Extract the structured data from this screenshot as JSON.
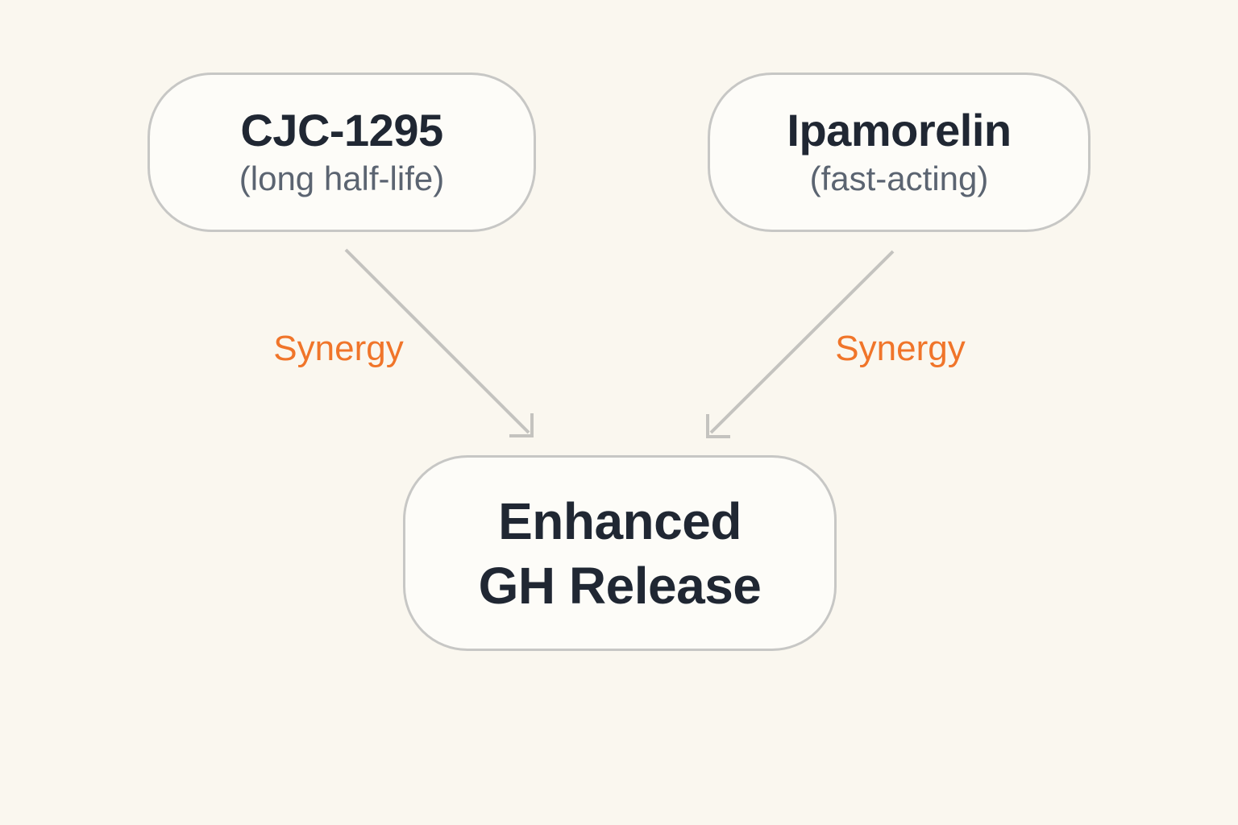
{
  "colors": {
    "background": "#faf7ef",
    "node-fill": "#fdfcf8",
    "node-border": "#c7c7c5",
    "arrow": "#c4c3bf",
    "title": "#202733",
    "subtitle": "#5b6471",
    "accent": "#f0752a"
  },
  "diagram": {
    "nodes": {
      "cjc": {
        "title": "CJC-1295",
        "subtitle": "(long half-life)"
      },
      "ipa": {
        "title": "Ipamorelin",
        "subtitle": "(fast-acting)"
      },
      "gh": {
        "title_lines": [
          "Enhanced",
          "GH Release"
        ]
      }
    },
    "edges": {
      "left": {
        "label": "Synergy"
      },
      "right": {
        "label": "Synergy"
      }
    }
  }
}
